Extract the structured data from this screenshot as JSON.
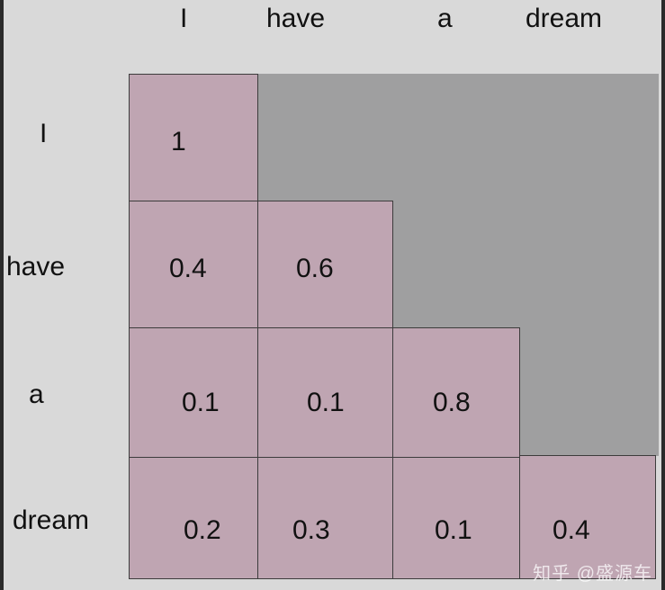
{
  "columns": [
    "I",
    "have",
    "a",
    "dream"
  ],
  "rows": [
    "I",
    "have",
    "a",
    "dream"
  ],
  "matrix": [
    [
      "1"
    ],
    [
      "0.4",
      "0.6"
    ],
    [
      "0.1",
      "0.1",
      "0.8"
    ],
    [
      "0.2",
      "0.3",
      "0.1",
      "0.4"
    ]
  ],
  "watermark": "知乎 @盛源车",
  "colors": {
    "cell_fill": "#bfa5b2",
    "masked_fill": "#9f9fa0",
    "background": "#d9d9d9"
  }
}
